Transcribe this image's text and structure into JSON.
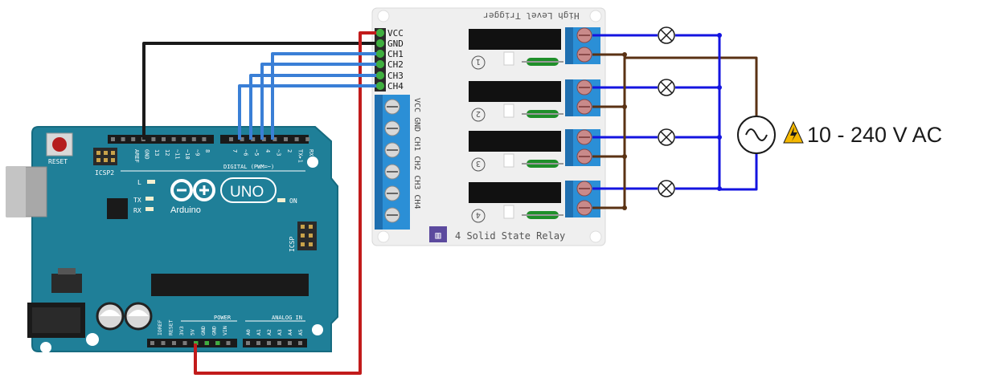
{
  "arduino": {
    "reset_label": "RESET",
    "icsp2_label": "ICSP2",
    "icsp_label": "ICSP",
    "l_label": "L",
    "tx_label": "TX",
    "rx_label": "RX",
    "on_label": "ON",
    "uno_label": "UNO",
    "brand_label": "Arduino",
    "digital_label": "DIGITAL (PWM=~)",
    "power_label": "POWER",
    "analog_label": "ANALOG IN",
    "top_pins": [
      "AREF",
      "GND",
      "13",
      "12",
      "~11",
      "~10",
      "~9",
      "8",
      "7",
      "~6",
      "~5",
      "4",
      "~3",
      "2",
      "TX▸1",
      "RX◂0"
    ],
    "power_pins": [
      "IOREF",
      "RESET",
      "3V3",
      "5V",
      "GND",
      "GND",
      "VIN"
    ],
    "analog_pins": [
      "A0",
      "A1",
      "A2",
      "A3",
      "A4",
      "A5"
    ]
  },
  "relay": {
    "header_pins": [
      "VCC",
      "GND",
      "CH1",
      "CH2",
      "CH3",
      "CH4"
    ],
    "side_label": "VCC GND CH1 CH2 CH3 CH4",
    "top_label": "High Level Trigger",
    "bottom_label": "4 Solid State Relay",
    "channel_numbers": [
      "1",
      "2",
      "3",
      "4"
    ]
  },
  "ac_source": {
    "label": "10 - 240 V AC"
  },
  "colors": {
    "board_teal": "#1f7f98",
    "relay_board": "#efefef",
    "terminal_blue": "#2b8fd6",
    "wire_black": "#1a1a1a",
    "wire_red": "#c21b1b",
    "wire_blue": "#3a7fd6",
    "wire_ac_blue": "#1414e0",
    "wire_brown": "#5a3214",
    "warning_yellow": "#f5b800"
  },
  "icons": {
    "warning": "high-voltage-warning-icon",
    "ac": "ac-source-icon",
    "lamp": "lamp-icon"
  }
}
